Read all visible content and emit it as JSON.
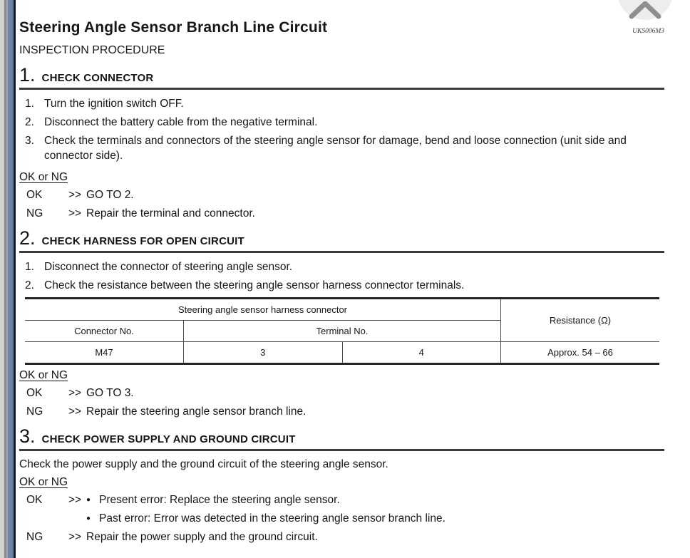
{
  "colors": {
    "window_border_blue": "#6d84a2",
    "heading_rule": "#3b3b3b"
  },
  "window": {
    "close_icon": "chevron-x"
  },
  "header": {
    "title": "Steering Angle Sensor Branch Line Circuit",
    "doc_code": "UKS006M3",
    "subtitle": "INSPECTION PROCEDURE"
  },
  "sections": [
    {
      "number": "1.",
      "heading": "CHECK CONNECTOR",
      "steps": [
        {
          "num": "1.",
          "text": "Turn the ignition switch OFF."
        },
        {
          "num": "2.",
          "text": "Disconnect the battery cable from the negative terminal."
        },
        {
          "num": "3.",
          "text": "Check the terminals and connectors of the steering angle sensor for damage, bend and loose connection (unit side and connector side)."
        }
      ],
      "decision_label": "OK or NG",
      "results": [
        {
          "label": "OK",
          "arrow": ">>",
          "bullet": "",
          "text": "GO TO 2."
        },
        {
          "label": "NG",
          "arrow": ">>",
          "bullet": "",
          "text": "Repair the terminal and connector."
        }
      ]
    },
    {
      "number": "2.",
      "heading": "CHECK HARNESS FOR OPEN CIRCUIT",
      "steps": [
        {
          "num": "1.",
          "text": "Disconnect the connector of steering angle sensor."
        },
        {
          "num": "2.",
          "text": "Check the resistance between the steering angle sensor harness connector terminals."
        }
      ],
      "table": {
        "group_header": "Steering angle sensor harness connector",
        "col_connector": "Connector No.",
        "col_terminal": "Terminal No.",
        "col_resistance": "Resistance (Ω)",
        "row": {
          "connector": "M47",
          "terminal_a": "3",
          "terminal_b": "4",
          "resistance": "Approx. 54 – 66"
        }
      },
      "decision_label": "OK or NG",
      "results": [
        {
          "label": "OK",
          "arrow": ">>",
          "bullet": "",
          "text": "GO TO 3."
        },
        {
          "label": "NG",
          "arrow": ">>",
          "bullet": "",
          "text": "Repair the steering angle sensor branch line."
        }
      ]
    },
    {
      "number": "3.",
      "heading": "CHECK POWER SUPPLY AND GROUND CIRCUIT",
      "intro": "Check the power supply and the ground circuit of the steering angle sensor.",
      "decision_label": "OK or NG",
      "results": [
        {
          "label": "OK",
          "arrow": ">>",
          "bullet": "●",
          "text": "Present error: Replace the steering angle sensor."
        },
        {
          "label": "",
          "arrow": "",
          "bullet": "●",
          "text": "Past error: Error was detected in the steering angle sensor branch line."
        },
        {
          "label": "NG",
          "arrow": ">>",
          "bullet": "",
          "text": "Repair the power supply and the ground circuit."
        }
      ]
    }
  ]
}
